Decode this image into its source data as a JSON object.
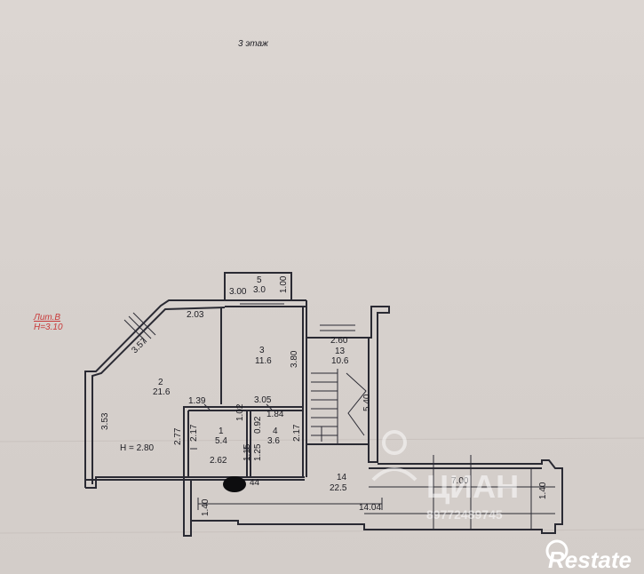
{
  "floor_title": "3 этаж",
  "stamp": {
    "line1": "Лит.В",
    "line2": "H=3.10"
  },
  "rooms": [
    {
      "num": "1",
      "area": "5.4"
    },
    {
      "num": "2",
      "area": "21.6"
    },
    {
      "num": "3",
      "area": "11.6"
    },
    {
      "num": "4",
      "area": "3.6"
    },
    {
      "num": "5",
      "area": "3.0"
    },
    {
      "num": "13",
      "area": "10.6"
    },
    {
      "num": "14",
      "area": "22.5"
    }
  ],
  "height_label": "H = 2.80",
  "dimensions": [
    "3.00",
    "1.00",
    "2.03",
    "3.57",
    "3.80",
    "3.53",
    "1.39",
    "3.05",
    "1.02",
    "0.92",
    "1.84",
    "2.77",
    "2.17",
    "2.17",
    "2.62",
    "1.15",
    "1.25",
    "2.60",
    "5.40",
    "7.00",
    "1.40",
    "1.40",
    "14.04",
    "44"
  ],
  "watermark": {
    "name": "ЦИАН",
    "code": "89772489745"
  },
  "brand": "Restate",
  "colors": {
    "paper": "#d9d3cf",
    "ink": "#1c1c22",
    "stamp": "#c83a3a"
  }
}
